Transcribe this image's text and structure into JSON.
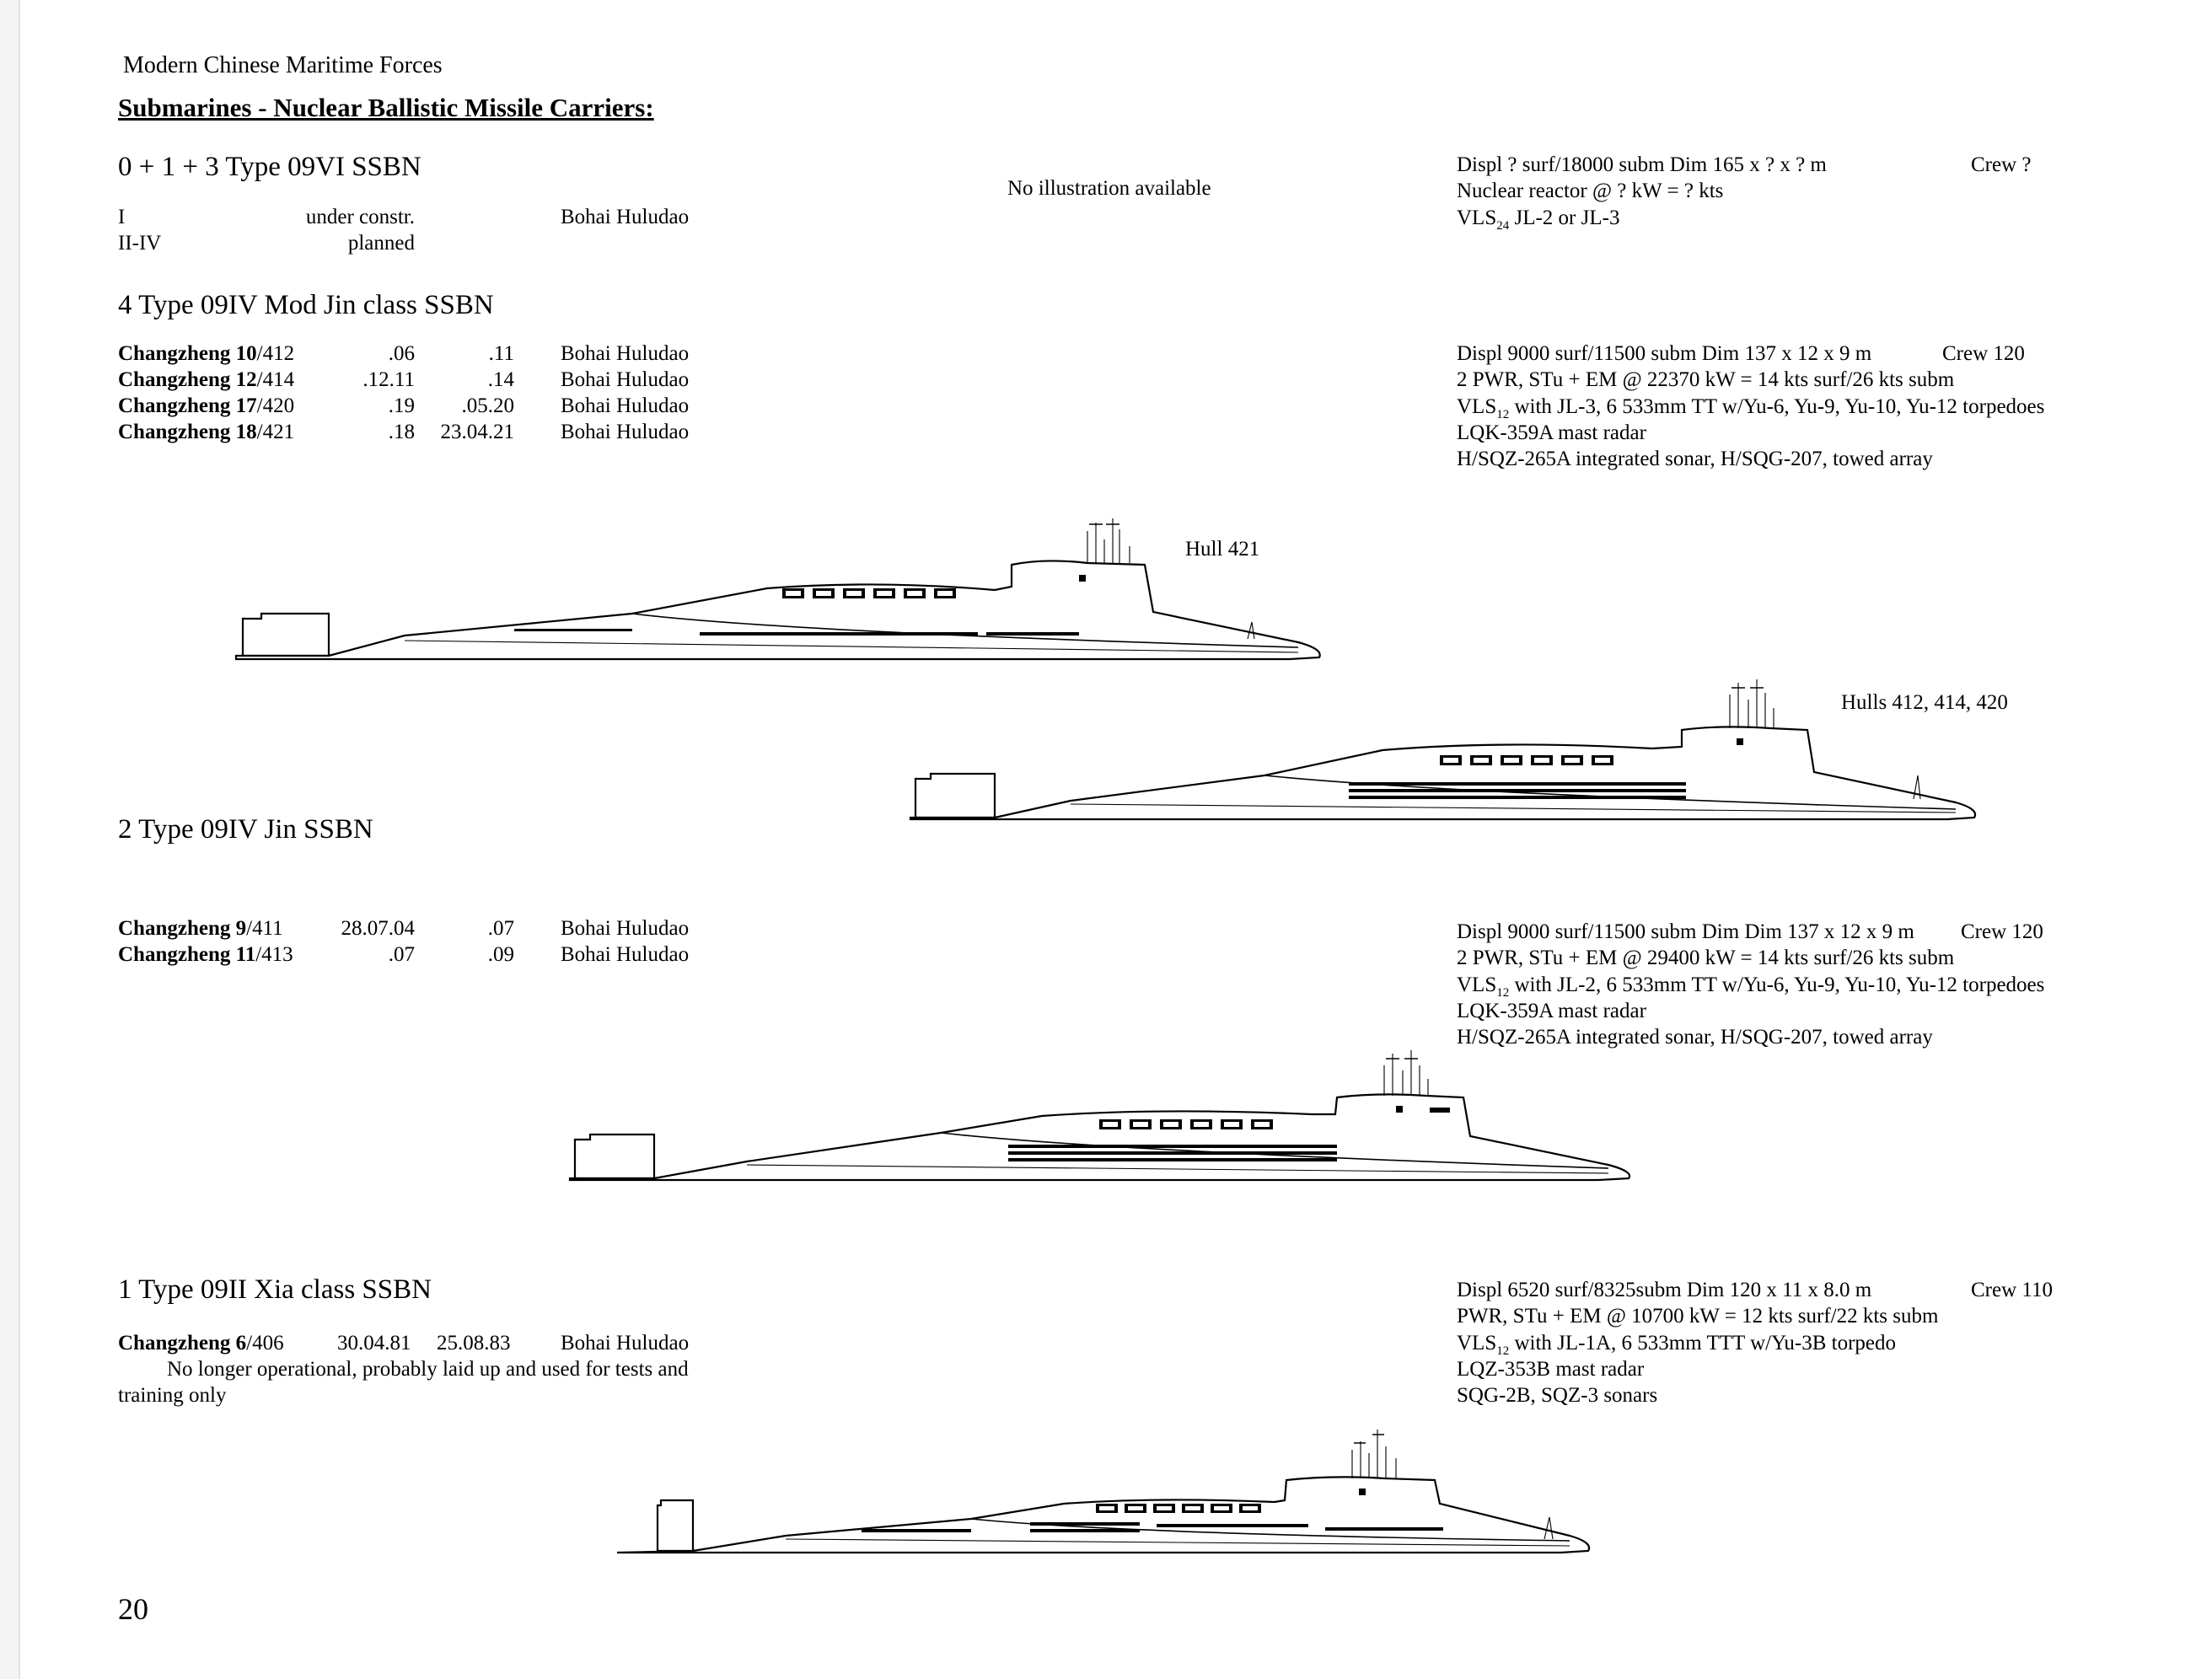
{
  "header": "Modern Chinese Maritime Forces",
  "section_title": "Submarines - Nuclear Ballistic Missile Carriers:",
  "page_number": "20",
  "type09vi": {
    "heading": "0 + 1 + 3 Type 09VI SSBN",
    "note": "No illustration available",
    "rows": [
      {
        "name": "I",
        "status": "under constr.",
        "yard": "Bohai Huludao"
      },
      {
        "name": "II-IV",
        "status": "planned",
        "yard": ""
      }
    ],
    "spec": {
      "displ_dim": "Displ ? surf/18000 subm     Dim 165 x ? x ? m",
      "crew": "Crew ?",
      "power": "Nuclear reactor @ ? kW = ? kts",
      "vls_pre": "VLS",
      "vls_sub": "24",
      "vls_post": " JL-2 or JL-3"
    }
  },
  "type09iv_mod": {
    "heading": "4 Type 09IV Mod Jin class SSBN",
    "rows": [
      {
        "name": "Changzheng 10",
        "pennant": "/412",
        "laid": ".06",
        "comm": ".11",
        "yard": "Bohai Huludao"
      },
      {
        "name": "Changzheng 12",
        "pennant": "/414",
        "laid": ".12.11",
        "comm": ".14",
        "yard": "Bohai Huludao"
      },
      {
        "name": "Changzheng 17",
        "pennant": "/420",
        "laid": ".19",
        "comm": ".05.20",
        "yard": "Bohai Huludao"
      },
      {
        "name": "Changzheng 18",
        "pennant": "/421",
        "laid": ".18",
        "comm": "23.04.21",
        "yard": "Bohai Huludao"
      }
    ],
    "spec": {
      "displ_dim": "Displ 9000 surf/11500 subm    Dim 137 x 12 x 9 m",
      "crew": "Crew 120",
      "power": "2 PWR, STu + EM @ 22370 kW = 14 kts surf/26 kts subm",
      "vls_pre": "VLS",
      "vls_sub": "12",
      "vls_post": " with JL-3, 6 533mm TT w/Yu-6, Yu-9, Yu-10, Yu-12 torpedoes",
      "radar": "LQK-359A mast radar",
      "sonar": "H/SQZ-265A integrated sonar, H/SQG-207, towed array"
    },
    "caption_a": "Hull 421",
    "caption_b": "Hulls 412, 414, 420"
  },
  "type09iv": {
    "heading": "2 Type 09IV Jin SSBN",
    "rows": [
      {
        "name": "Changzheng 9",
        "pennant": "/411",
        "laid": "28.07.04",
        "comm": ".07",
        "yard": "Bohai Huludao"
      },
      {
        "name": "Changzheng 11",
        "pennant": "/413",
        "laid": ".07",
        "comm": ".09",
        "yard": "Bohai Huludao"
      }
    ],
    "spec": {
      "displ_dim": "Displ 9000 surf/11500 subm   Dim Dim 137 x 12 x 9 m",
      "crew": "Crew 120",
      "power": "2 PWR, STu + EM @ 29400 kW = 14 kts surf/26 kts subm",
      "vls_pre": "VLS",
      "vls_sub": "12",
      "vls_post": " with JL-2, 6 533mm TT w/Yu-6, Yu-9, Yu-10, Yu-12 torpedoes",
      "radar": "LQK-359A mast radar",
      "sonar": "H/SQZ-265A integrated sonar, H/SQG-207, towed array"
    }
  },
  "type09ii": {
    "heading": "1 Type 09II Xia class SSBN",
    "rows": [
      {
        "name": "Changzheng 6",
        "pennant": "/406",
        "laid": "30.04.81",
        "comm": "25.08.83",
        "yard": "Bohai Huludao"
      }
    ],
    "note_line1": "No longer operational, probably laid up and used for tests and",
    "note_line2": "training only",
    "spec": {
      "displ_dim": "Displ 6520 surf/8325subm  Dim 120 x 11 x 8.0 m",
      "crew": "Crew 110",
      "power": "PWR, STu + EM @ 10700 kW = 12 kts surf/22 kts subm",
      "vls_pre": "VLS",
      "vls_sub": "12",
      "vls_post": " with JL-1A, 6 533mm TTT w/Yu-3B torpedo",
      "radar": "LQZ-353B mast radar",
      "sonar": "SQG-2B, SQZ-3 sonars"
    }
  }
}
